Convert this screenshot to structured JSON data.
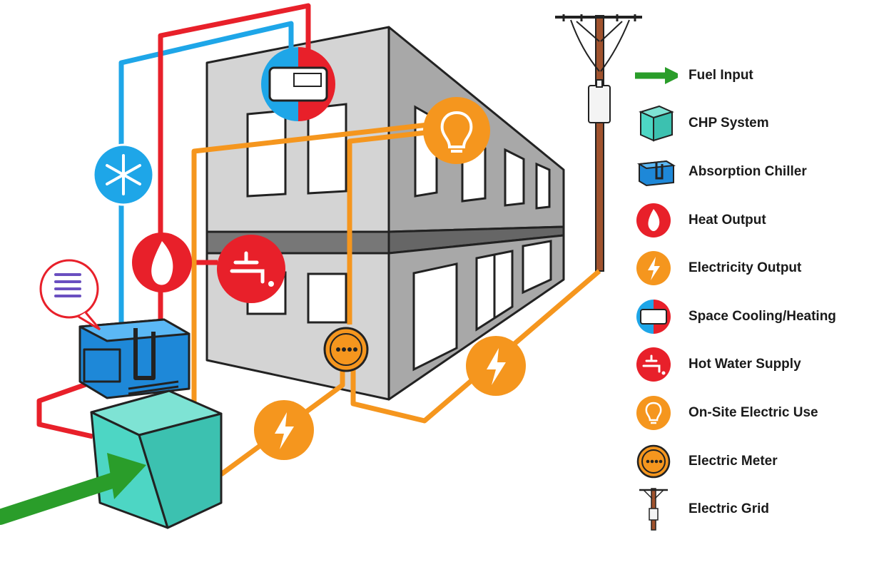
{
  "colors": {
    "fuel": "#2a9d2a",
    "chp": "#4dd6c4",
    "chiller": "#1e88d8",
    "heat": "#e8202a",
    "electricity": "#f5961e",
    "cooling": "#1ea6e8",
    "building_light": "#d4d4d4",
    "building_dark": "#a8a8a8",
    "pole": "#a0522d"
  },
  "legend": [
    {
      "label": "Fuel Input",
      "icon": "green-arrow-icon"
    },
    {
      "label": "CHP System",
      "icon": "teal-cube-icon"
    },
    {
      "label": "Absorption Chiller",
      "icon": "chiller-icon"
    },
    {
      "label": "Heat Output",
      "icon": "flame-icon"
    },
    {
      "label": "Electricity Output",
      "icon": "lightning-bolt-icon"
    },
    {
      "label": "Space Cooling/Heating",
      "icon": "thermostat-icon"
    },
    {
      "label": "Hot Water Supply",
      "icon": "faucet-icon"
    },
    {
      "label": "On-Site Electric Use",
      "icon": "light-bulb-icon"
    },
    {
      "label": "Electric Meter",
      "icon": "electric-meter-icon"
    },
    {
      "label": "Electric Grid",
      "icon": "utility-pole-icon"
    }
  ]
}
